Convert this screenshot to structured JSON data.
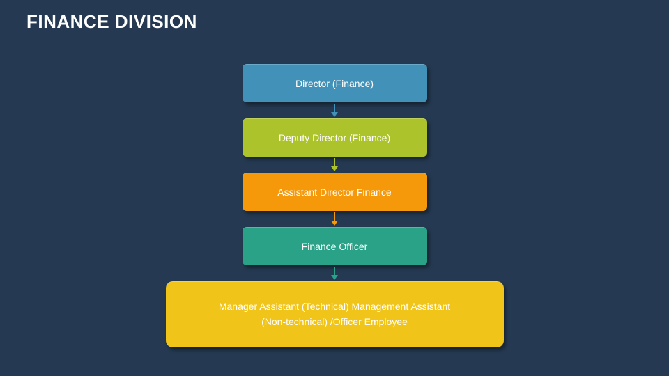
{
  "slide": {
    "title": "FINANCE DIVISION",
    "background": "#253A52",
    "title_color": "#FFFFFF"
  },
  "nodes": [
    {
      "label": "Director (Finance)",
      "color": "#4191B8"
    },
    {
      "label": "Deputy Director (Finance)",
      "color": "#ADC32B"
    },
    {
      "label": "Assistant Director Finance",
      "color": "#F5990B"
    },
    {
      "label": "Finance Officer",
      "color": "#29A287"
    },
    {
      "label": "Manager Assistant (Technical) Management Assistant (Non-technical) /Officer Employee",
      "color": "#F0C419"
    }
  ]
}
